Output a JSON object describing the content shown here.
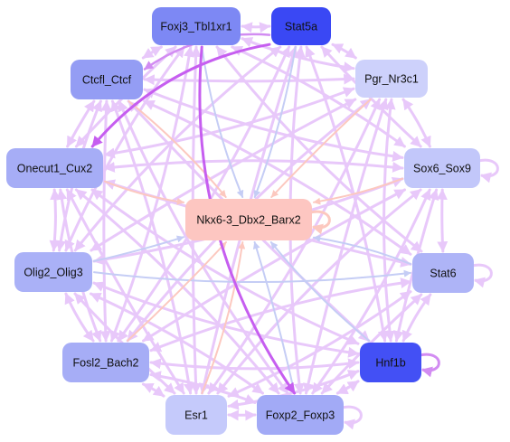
{
  "colors": {
    "edge_violet": "#e8c8fa",
    "edge_blue": "#c5cdf5",
    "edge_salmon": "#fcc8bf",
    "edge_purple_strong": "#c65ef0",
    "edge_purple_mid": "#d28cf2"
  },
  "nodes": [
    {
      "id": "foxj3",
      "label": "Foxj3_Tbl1xr1",
      "color": "#7d88f4"
    },
    {
      "id": "stat5a",
      "label": "Stat5a",
      "color": "#3a48f4"
    },
    {
      "id": "ctcfl",
      "label": "Ctcfl_Ctcf",
      "color": "#949df4"
    },
    {
      "id": "pgr",
      "label": "Pgr_Nr3c1",
      "color": "#cdd1fb"
    },
    {
      "id": "onecut1",
      "label": "Onecut1_Cux2",
      "color": "#a6adf6"
    },
    {
      "id": "sox6",
      "label": "Sox6_Sox9",
      "color": "#c2c7fa"
    },
    {
      "id": "nkx6",
      "label": "Nkx6-3_Dbx2_Barx2",
      "color": "#fdc6c1"
    },
    {
      "id": "olig2",
      "label": "Olig2_Olig3",
      "color": "#aab1f7"
    },
    {
      "id": "stat6",
      "label": "Stat6",
      "color": "#aeb4f7"
    },
    {
      "id": "fosl2",
      "label": "Fosl2_Bach2",
      "color": "#a6adf6"
    },
    {
      "id": "hnf1b",
      "label": "Hnf1b",
      "color": "#4350f5"
    },
    {
      "id": "esr1",
      "label": "Esr1",
      "color": "#c5cafb"
    },
    {
      "id": "foxp2",
      "label": "Foxp2_Foxp3",
      "color": "#a2aaf6"
    }
  ],
  "edges": [
    [
      "foxj3",
      "nkx6",
      "blue",
      2
    ],
    [
      "stat5a",
      "nkx6",
      "blue",
      2
    ],
    [
      "ctcfl",
      "nkx6",
      "salmon",
      2
    ],
    [
      "pgr",
      "nkx6",
      "salmon",
      2
    ],
    [
      "onecut1",
      "nkx6",
      "salmon",
      2
    ],
    [
      "sox6",
      "nkx6",
      "salmon",
      2
    ],
    [
      "olig2",
      "nkx6",
      "blue",
      2
    ],
    [
      "stat6",
      "nkx6",
      "blue",
      2
    ],
    [
      "fosl2",
      "nkx6",
      "salmon",
      2
    ],
    [
      "hnf1b",
      "nkx6",
      "blue",
      2
    ],
    [
      "esr1",
      "nkx6",
      "salmon",
      2
    ],
    [
      "foxp2",
      "nkx6",
      "blue",
      2
    ],
    [
      "stat5a",
      "onecut1",
      "strong",
      3
    ],
    [
      "foxj3",
      "foxp2",
      "strong",
      3
    ],
    [
      "stat5a",
      "ctcfl",
      "mid",
      2.5
    ],
    [
      "foxj3",
      "pgr",
      "violet",
      3
    ],
    [
      "foxj3",
      "sox6",
      "violet",
      3
    ],
    [
      "foxj3",
      "onecut1",
      "violet",
      3
    ],
    [
      "foxj3",
      "olig2",
      "violet",
      3
    ],
    [
      "foxj3",
      "fosl2",
      "violet",
      3
    ],
    [
      "foxj3",
      "esr1",
      "violet",
      3
    ],
    [
      "foxj3",
      "stat6",
      "violet",
      3
    ],
    [
      "stat5a",
      "pgr",
      "violet",
      3
    ],
    [
      "stat5a",
      "sox6",
      "violet",
      3
    ],
    [
      "stat5a",
      "olig2",
      "violet",
      3
    ],
    [
      "stat5a",
      "fosl2",
      "violet",
      3
    ],
    [
      "stat5a",
      "esr1",
      "violet",
      3
    ],
    [
      "stat5a",
      "foxp2",
      "violet",
      3
    ],
    [
      "stat5a",
      "hnf1b",
      "violet",
      3
    ],
    [
      "ctcfl",
      "pgr",
      "violet",
      3
    ],
    [
      "ctcfl",
      "sox6",
      "violet",
      3
    ],
    [
      "ctcfl",
      "stat6",
      "violet",
      3
    ],
    [
      "ctcfl",
      "hnf1b",
      "violet",
      3
    ],
    [
      "ctcfl",
      "foxp2",
      "violet",
      3
    ],
    [
      "ctcfl",
      "esr1",
      "violet",
      3
    ],
    [
      "ctcfl",
      "fosl2",
      "violet",
      3
    ],
    [
      "ctcfl",
      "olig2",
      "violet",
      3
    ],
    [
      "pgr",
      "onecut1",
      "violet",
      3
    ],
    [
      "pgr",
      "olig2",
      "violet",
      3
    ],
    [
      "pgr",
      "fosl2",
      "violet",
      3
    ],
    [
      "pgr",
      "esr1",
      "violet",
      3
    ],
    [
      "pgr",
      "foxp2",
      "violet",
      3
    ],
    [
      "pgr",
      "hnf1b",
      "violet",
      3
    ],
    [
      "onecut1",
      "sox6",
      "violet",
      3
    ],
    [
      "onecut1",
      "stat6",
      "violet",
      3
    ],
    [
      "onecut1",
      "hnf1b",
      "violet",
      3
    ],
    [
      "onecut1",
      "foxp2",
      "violet",
      3
    ],
    [
      "onecut1",
      "esr1",
      "violet",
      3
    ],
    [
      "onecut1",
      "fosl2",
      "violet",
      3
    ],
    [
      "sox6",
      "olig2",
      "violet",
      3
    ],
    [
      "sox6",
      "fosl2",
      "violet",
      3
    ],
    [
      "sox6",
      "esr1",
      "violet",
      3
    ],
    [
      "sox6",
      "foxp2",
      "violet",
      3
    ],
    [
      "sox6",
      "hnf1b",
      "violet",
      3
    ],
    [
      "olig2",
      "stat6",
      "blue",
      2
    ],
    [
      "olig2",
      "hnf1b",
      "violet",
      3
    ],
    [
      "olig2",
      "foxp2",
      "violet",
      3
    ],
    [
      "olig2",
      "esr1",
      "violet",
      3
    ],
    [
      "stat6",
      "fosl2",
      "violet",
      3
    ],
    [
      "stat6",
      "esr1",
      "violet",
      3
    ],
    [
      "stat6",
      "foxp2",
      "violet",
      3
    ],
    [
      "fosl2",
      "hnf1b",
      "violet",
      3
    ],
    [
      "fosl2",
      "foxp2",
      "violet",
      3
    ],
    [
      "esr1",
      "foxp2",
      "violet",
      3
    ],
    [
      "esr1",
      "hnf1b",
      "violet",
      3
    ],
    [
      "hnf1b",
      "foxp2",
      "violet",
      3
    ],
    [
      "ctcfl",
      "onecut1",
      "violet",
      3
    ],
    [
      "olig2",
      "fosl2",
      "violet",
      3
    ],
    [
      "onecut1",
      "olig2",
      "violet",
      3
    ],
    [
      "sox6",
      "stat6",
      "violet",
      3
    ],
    [
      "stat6",
      "hnf1b",
      "violet",
      3
    ],
    [
      "pgr",
      "sox6",
      "violet",
      3
    ],
    [
      "foxj3",
      "ctcfl",
      "violet",
      3
    ],
    [
      "foxj3",
      "stat5a",
      "violet",
      3
    ],
    [
      "fosl2",
      "esr1",
      "violet",
      3
    ],
    [
      "foxp2",
      "hnf1b",
      "violet",
      3
    ]
  ],
  "self_loops": [
    {
      "node": "nkx6",
      "style": "salmon"
    },
    {
      "node": "sox6",
      "style": "violet"
    },
    {
      "node": "stat6",
      "style": "violet"
    },
    {
      "node": "hnf1b",
      "style": "mid"
    },
    {
      "node": "foxp2",
      "style": "violet"
    }
  ]
}
